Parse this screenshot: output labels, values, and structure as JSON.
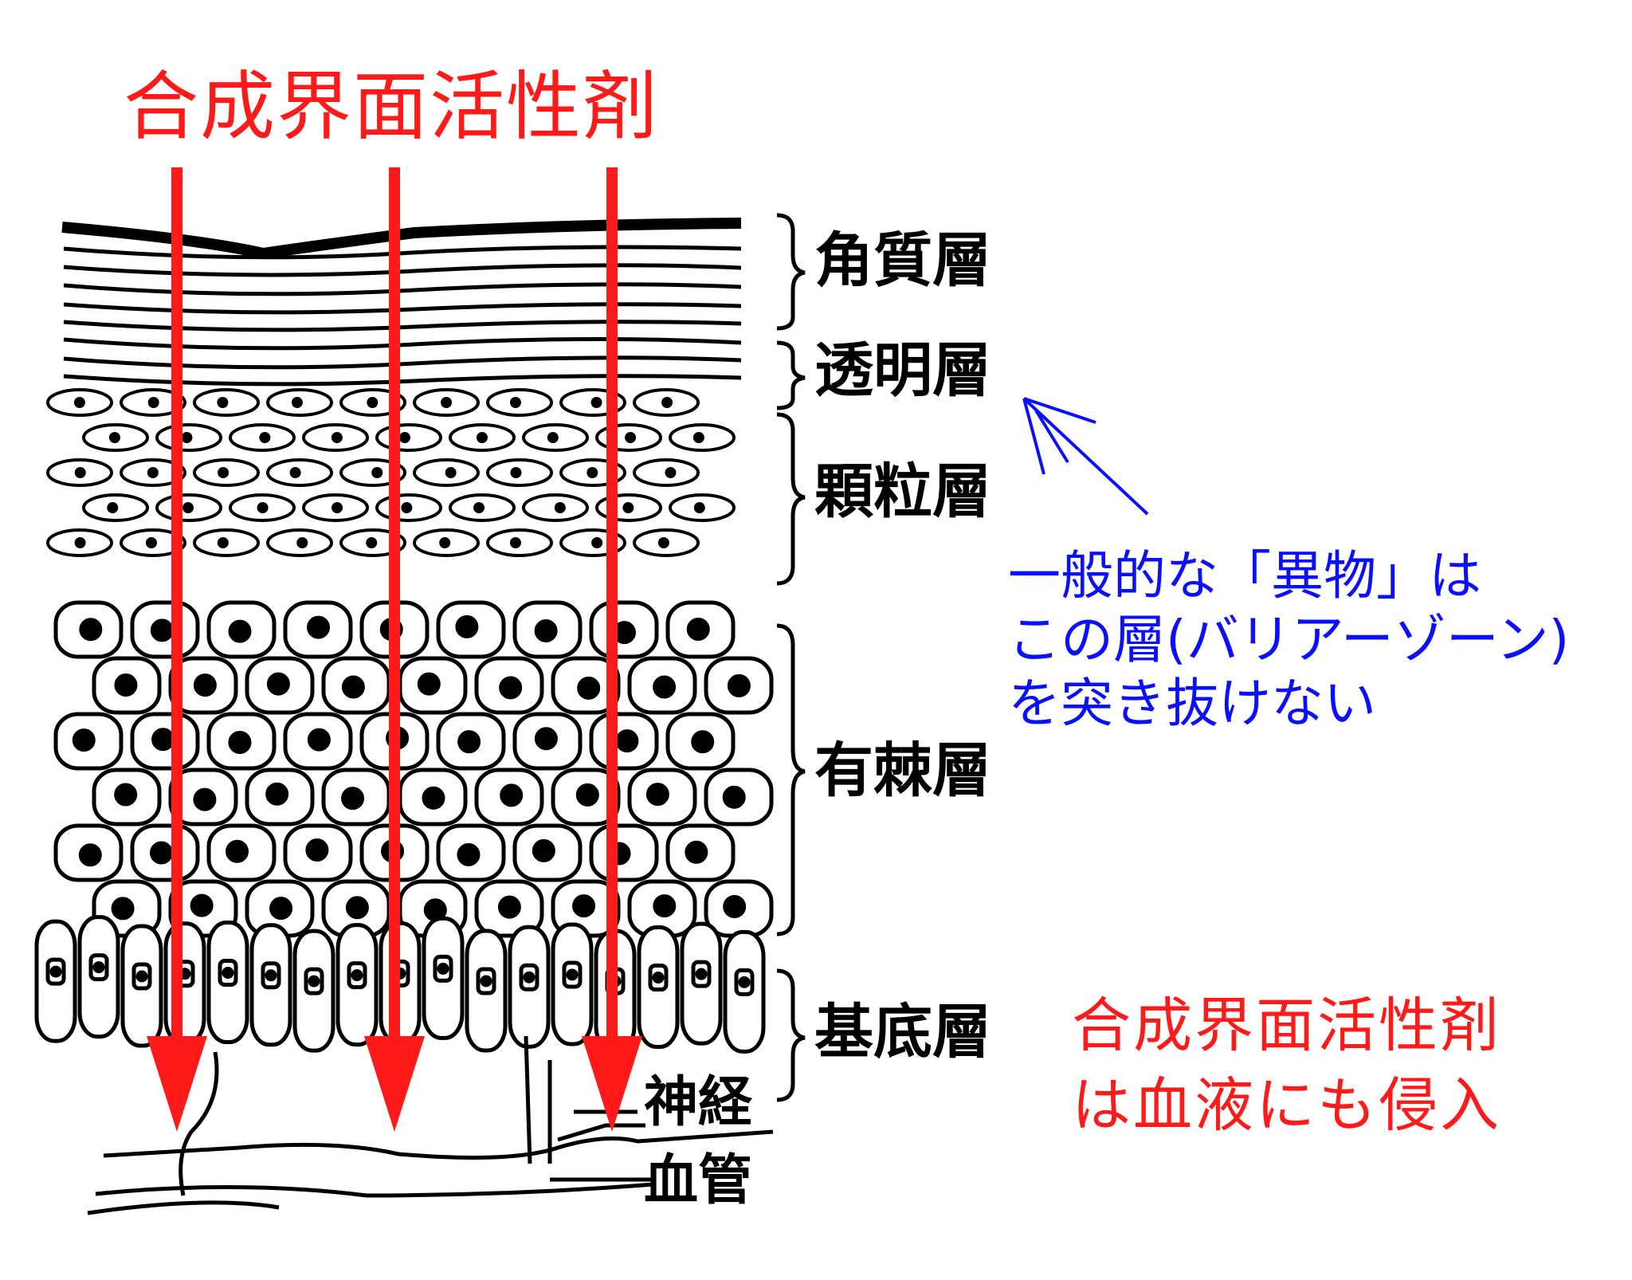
{
  "title": "合成界面活性剤",
  "layers": [
    "角質層",
    "透明層",
    "顆粒層",
    "有棘層",
    "基底層"
  ],
  "labels": {
    "nerve": "神経",
    "vessel": "血管"
  },
  "barrier_note": [
    "一般的な「異物」は",
    "この層(バリアーゾーン)",
    "を突き抜けない"
  ],
  "blood_note": [
    "合成界面活性剤",
    "は血液にも侵入"
  ],
  "colors": {
    "arrow": "#ff1a1a",
    "title": "#ff1a1a",
    "note": "#0a10ff",
    "ink": "#000000"
  },
  "icons": [
    "penetration-arrow",
    "pointer-arrow",
    "layer-bracket"
  ]
}
